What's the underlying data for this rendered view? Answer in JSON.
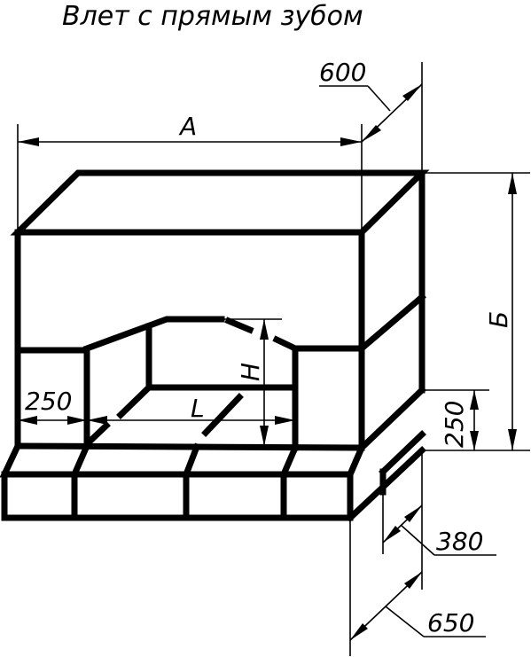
{
  "title": "Влет с прямым зубом",
  "dimensions": {
    "a": "А",
    "b": "Б",
    "h": "H",
    "l": "L",
    "d600": "600",
    "d250_left": "250",
    "d250_right": "250",
    "d380": "380",
    "d650": "650"
  },
  "colors": {
    "line": "#000000",
    "background": "#ffffff"
  }
}
